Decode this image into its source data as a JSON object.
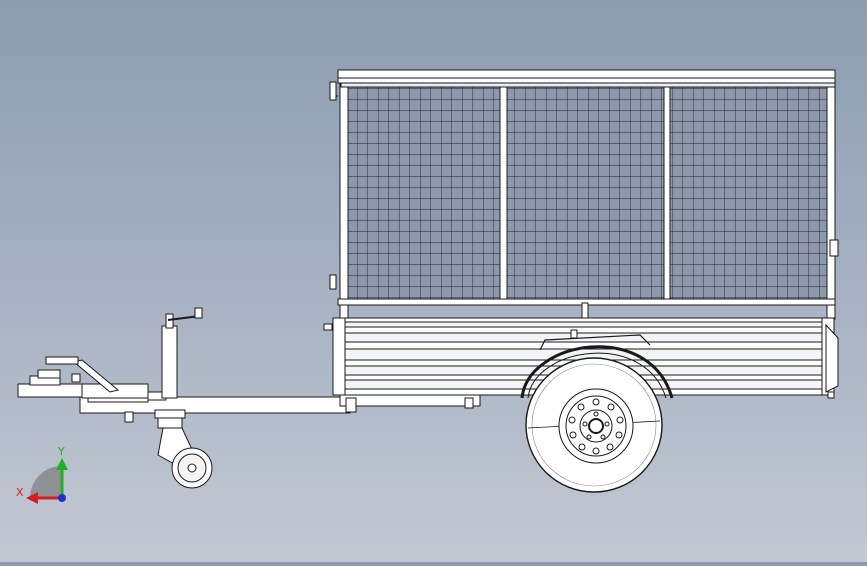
{
  "triad": {
    "x_label": "X",
    "y_label": "Y",
    "x_color": "#d22020",
    "y_color": "#1fae2a",
    "z_color": "#1f2fd0"
  },
  "model": {
    "part": "cage-trailer",
    "line_color": "#1a1a1a",
    "fill_color": "#ffffff"
  }
}
